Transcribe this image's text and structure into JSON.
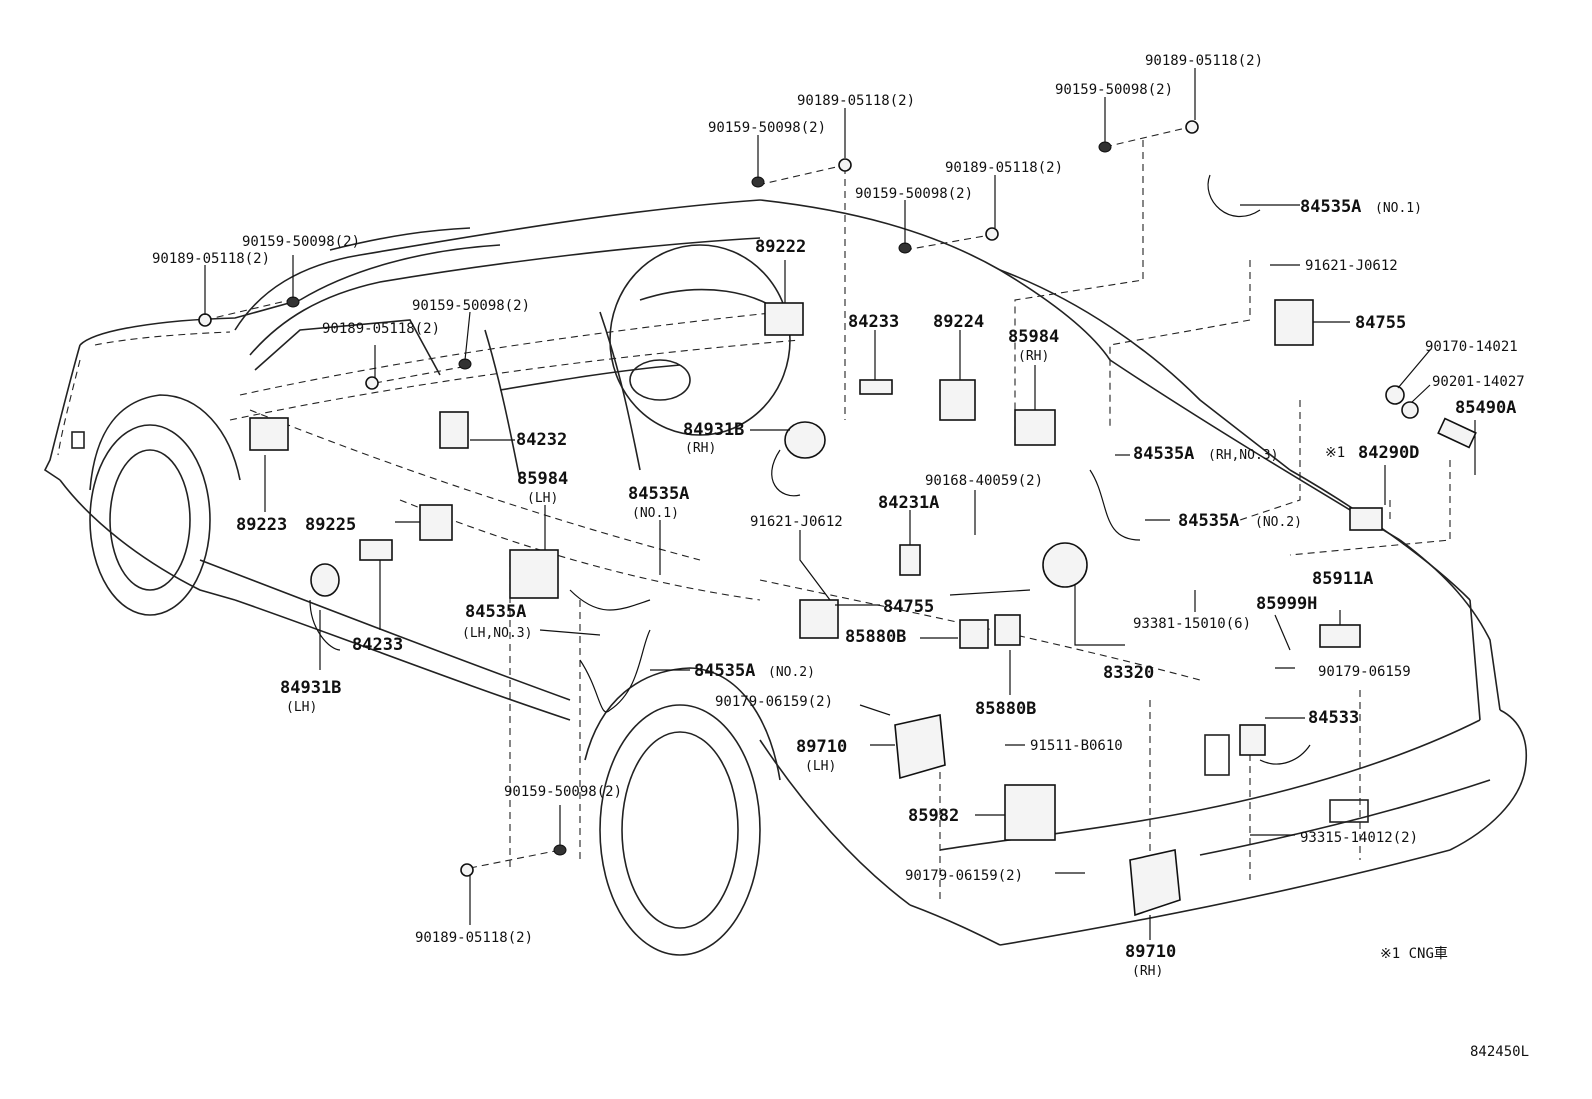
{
  "diagram": {
    "drawing_id": "842450L",
    "footnote": "※1 CNG車",
    "callouts": [
      {
        "id": "c1",
        "text": "90189-05118(2)"
      },
      {
        "id": "c2",
        "text": "90159-50098(2)"
      },
      {
        "id": "c3",
        "text": "90189-05118(2)"
      },
      {
        "id": "c4",
        "text": "90159-50098(2)"
      },
      {
        "id": "c5",
        "text": "90189-05118(2)"
      },
      {
        "id": "c6",
        "text": "90159-50098(2)"
      },
      {
        "id": "c7",
        "text": "90159-50098(2)"
      },
      {
        "id": "c8",
        "text": "90189-05118(2)"
      },
      {
        "id": "c9",
        "text": "90159-50098(2)"
      },
      {
        "id": "c10",
        "text": "90189-05118(2)"
      },
      {
        "id": "c11",
        "text": "89222"
      },
      {
        "id": "c12",
        "text": "84233"
      },
      {
        "id": "c13",
        "text": "89224"
      },
      {
        "id": "c14",
        "text": "85984"
      },
      {
        "id": "c15",
        "text": "(RH)"
      },
      {
        "id": "c16",
        "text": "84535A"
      },
      {
        "id": "c17",
        "text": "(NO.1)"
      },
      {
        "id": "c18",
        "text": "91621-J0612"
      },
      {
        "id": "c19",
        "text": "84755"
      },
      {
        "id": "c20",
        "text": "90170-14021"
      },
      {
        "id": "c21",
        "text": "90201-14027"
      },
      {
        "id": "c22",
        "text": "85490A"
      },
      {
        "id": "c23",
        "text": "84232"
      },
      {
        "id": "c24",
        "text": "84931B"
      },
      {
        "id": "c25",
        "text": "(RH)"
      },
      {
        "id": "c26",
        "text": "84535A"
      },
      {
        "id": "c27",
        "text": "(RH,NO.3)"
      },
      {
        "id": "c28",
        "text": "※1"
      },
      {
        "id": "c29",
        "text": "84290D"
      },
      {
        "id": "c30",
        "text": "89223"
      },
      {
        "id": "c31",
        "text": "89225"
      },
      {
        "id": "c32",
        "text": "85984"
      },
      {
        "id": "c33",
        "text": "(LH)"
      },
      {
        "id": "c34",
        "text": "84535A"
      },
      {
        "id": "c35",
        "text": "(NO.1)"
      },
      {
        "id": "c36",
        "text": "90168-40059(2)"
      },
      {
        "id": "c37",
        "text": "84231A"
      },
      {
        "id": "c38",
        "text": "84535A"
      },
      {
        "id": "c39",
        "text": "(NO.2)"
      },
      {
        "id": "c40",
        "text": "91621-J0612"
      },
      {
        "id": "c41",
        "text": "85911A"
      },
      {
        "id": "c42",
        "text": "84755"
      },
      {
        "id": "c43",
        "text": "85999H"
      },
      {
        "id": "c44",
        "text": "84535A"
      },
      {
        "id": "c45",
        "text": "(LH,NO.3)"
      },
      {
        "id": "c46",
        "text": "84233"
      },
      {
        "id": "c47",
        "text": "85880B"
      },
      {
        "id": "c48",
        "text": "93381-15010(6)"
      },
      {
        "id": "c49",
        "text": "84931B"
      },
      {
        "id": "c50",
        "text": "(LH)"
      },
      {
        "id": "c51",
        "text": "84535A"
      },
      {
        "id": "c52",
        "text": "(NO.2)"
      },
      {
        "id": "c53",
        "text": "83320"
      },
      {
        "id": "c54",
        "text": "90179-06159"
      },
      {
        "id": "c55",
        "text": "90179-06159(2)"
      },
      {
        "id": "c56",
        "text": "85880B"
      },
      {
        "id": "c57",
        "text": "84533"
      },
      {
        "id": "c58",
        "text": "89710"
      },
      {
        "id": "c59",
        "text": "(LH)"
      },
      {
        "id": "c60",
        "text": "91511-B0610"
      },
      {
        "id": "c61",
        "text": "90159-50098(2)"
      },
      {
        "id": "c62",
        "text": "85982"
      },
      {
        "id": "c63",
        "text": "93315-14012(2)"
      },
      {
        "id": "c64",
        "text": "90179-06159(2)"
      },
      {
        "id": "c65",
        "text": "89710"
      },
      {
        "id": "c66",
        "text": "(RH)"
      },
      {
        "id": "c67",
        "text": "90189-05118(2)"
      }
    ]
  }
}
